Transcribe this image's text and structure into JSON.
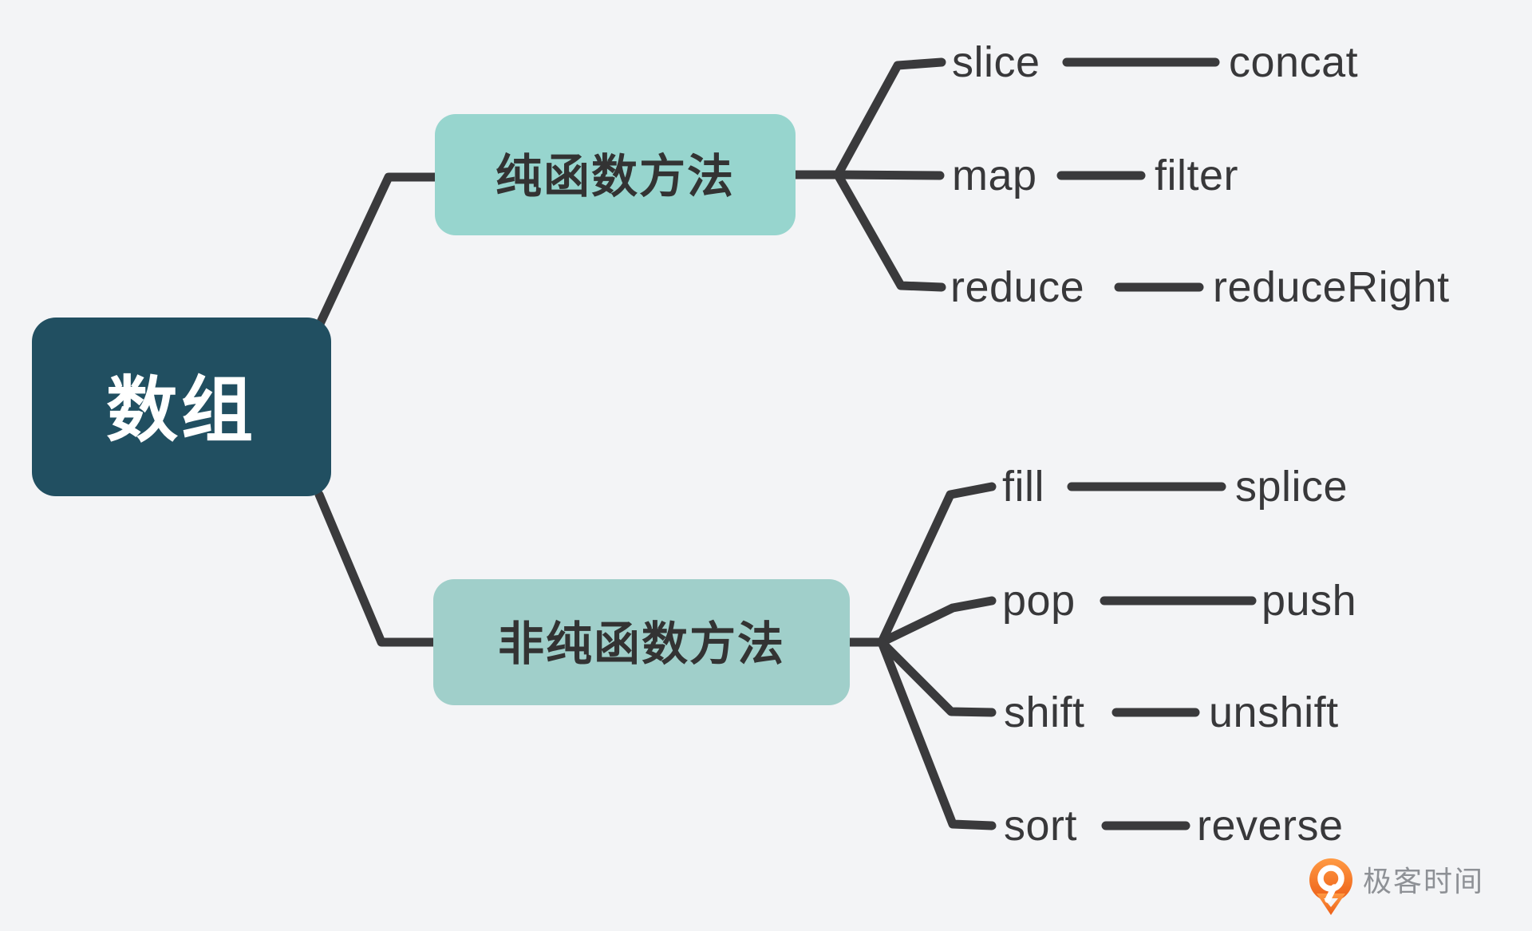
{
  "background_color": "#f3f4f6",
  "line_color": "#3a3a3c",
  "leaf_text_color": "#38383a",
  "diagram": {
    "type": "mindmap",
    "root": {
      "label": "数组",
      "fill": "#214F61",
      "text_color": "#ffffff"
    },
    "branches": [
      {
        "label": "纯函数方法",
        "fill": "#97d5ce",
        "text_color": "#333333",
        "children": [
          {
            "left": "slice",
            "right": "concat"
          },
          {
            "left": "map",
            "right": "filter"
          },
          {
            "left": "reduce",
            "right": "reduceRight"
          }
        ]
      },
      {
        "label": "非纯函数方法",
        "fill": "#a0cfca",
        "text_color": "#333333",
        "children": [
          {
            "left": "fill",
            "right": "splice"
          },
          {
            "left": "pop",
            "right": "push"
          },
          {
            "left": "shift",
            "right": "unshift"
          },
          {
            "left": "sort",
            "right": "reverse"
          }
        ]
      }
    ]
  },
  "logo": {
    "text": "极客时间",
    "icon": "geektime-pin-icon",
    "icon_color_top": "#FF9A43",
    "icon_color_bottom": "#EC5E17",
    "text_color": "#8E9196"
  }
}
